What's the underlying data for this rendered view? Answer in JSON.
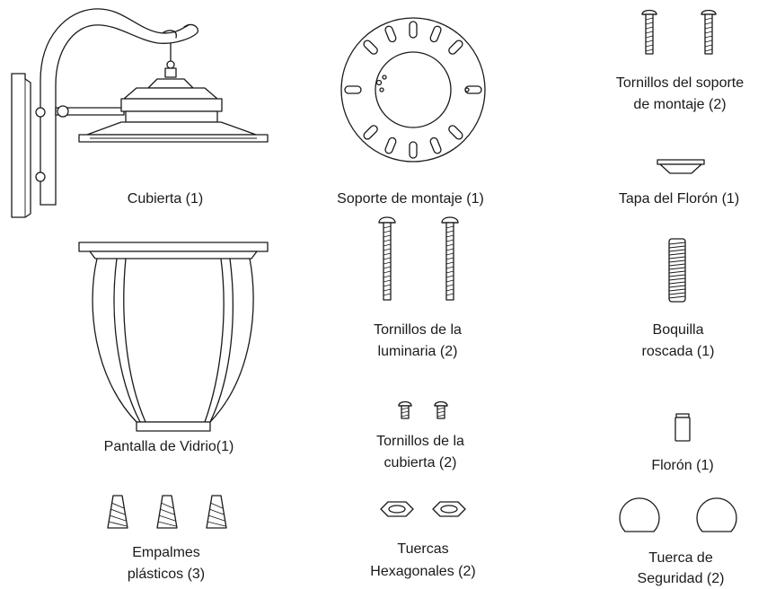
{
  "parts": {
    "canopy_housing": {
      "label": "Cubierta (1)",
      "icon": "wall-lantern-housing-icon"
    },
    "mounting_plate": {
      "label": "Soporte de montaje  (1)",
      "icon": "round-mounting-plate-icon"
    },
    "mounting_screws": {
      "label_line1": "Tornillos del soporte",
      "label_line2": "de montaje (2)",
      "icon": "mounting-screw-icon"
    },
    "finial_cap": {
      "label": "Tapa del Florón (1)",
      "icon": "finial-cap-icon"
    },
    "glass_shade": {
      "label": "Pantalla de Vidrio(1)",
      "icon": "glass-shade-icon"
    },
    "fixture_screws": {
      "label_line1": "Tornillos de la",
      "label_line2": "luminaria (2)",
      "icon": "long-screw-icon"
    },
    "threaded_nipple": {
      "label_line1": "Boquilla",
      "label_line2": "roscada (1)",
      "icon": "threaded-nipple-icon"
    },
    "cover_screws": {
      "label_line1": "Tornillos de la",
      "label_line2": "cubierta (2)",
      "icon": "short-screw-icon"
    },
    "finial": {
      "label": "Florón (1)",
      "icon": "finial-icon"
    },
    "wire_nuts": {
      "label_line1": "Empalmes",
      "label_line2": "plásticos (3)",
      "icon": "wire-connector-icon"
    },
    "hex_nuts": {
      "label_line1": "Tuercas",
      "label_line2": "Hexagonales (2)",
      "icon": "hex-nut-icon"
    },
    "lock_nuts": {
      "label_line1": "Tuerca de",
      "label_line2": "Seguridad (2)",
      "icon": "lock-nut-icon"
    }
  }
}
